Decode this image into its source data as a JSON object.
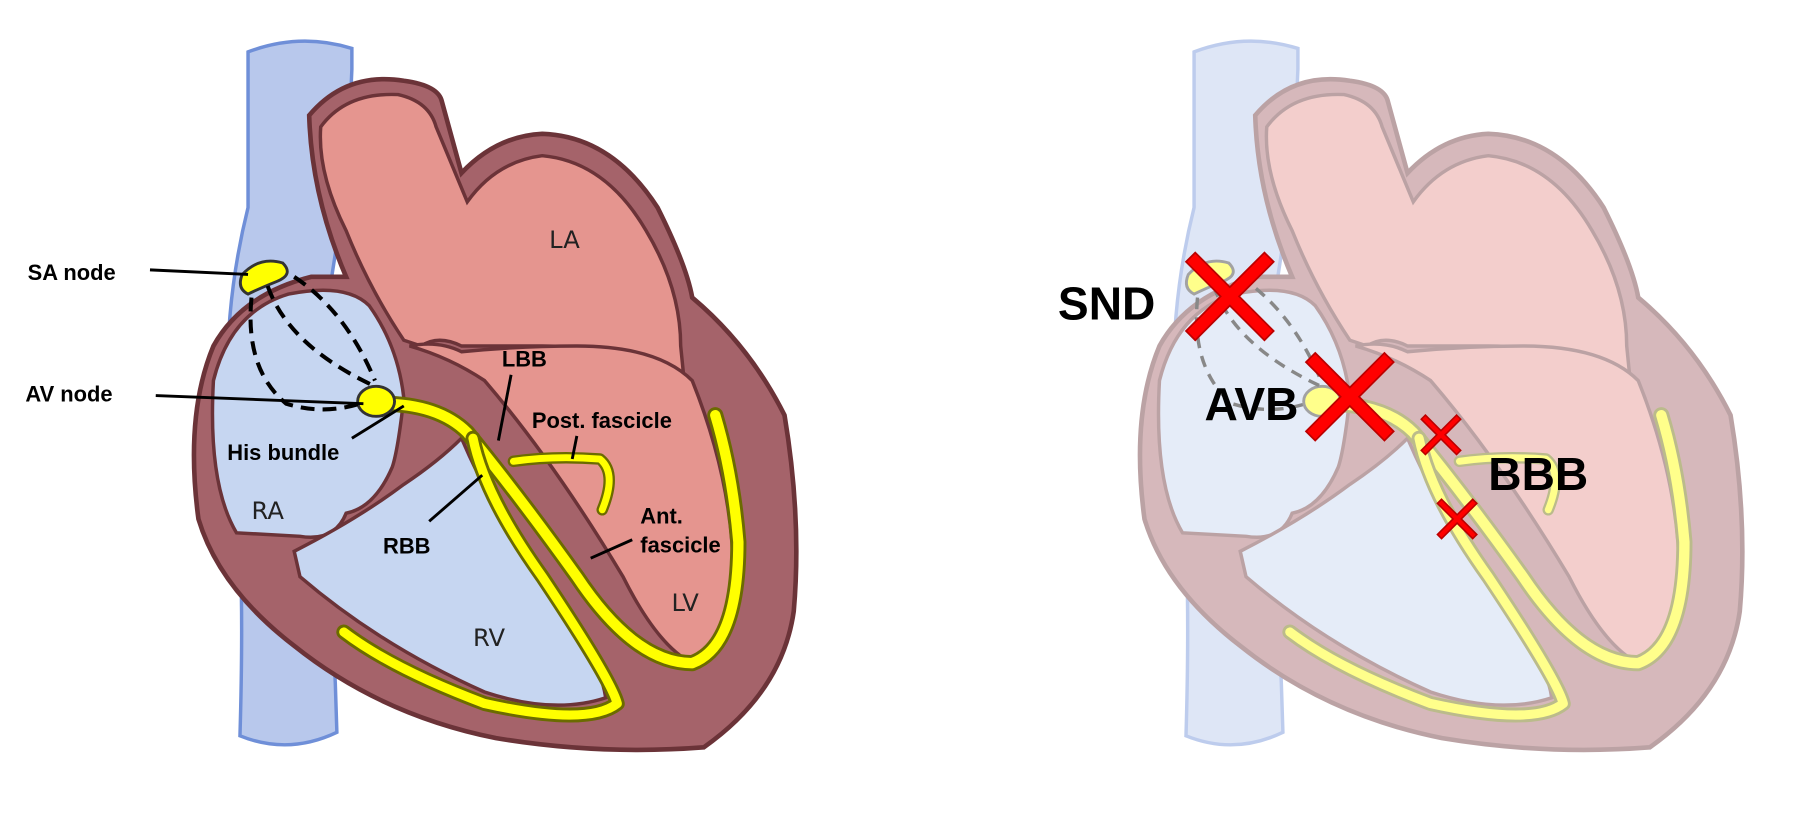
{
  "left_panel": {
    "labels": {
      "sa_node": "SA node",
      "av_node": "AV node",
      "his_bundle": "His bundle",
      "lbb": "LBB",
      "rbb": "RBB",
      "post_fascicle": "Post. fascicle",
      "ant_fascicle_1": "Ant.",
      "ant_fascicle_2": "fascicle",
      "la": "LA",
      "ra": "RA",
      "rv": "RV",
      "lv": "LV"
    }
  },
  "right_panel": {
    "labels": {
      "snd": "SND",
      "avb": "AVB",
      "bbb": "BBB"
    }
  },
  "colors": {
    "vein": "#b8c8ec",
    "myocardium": "#a5636a",
    "left_chambers": "#e5958f",
    "right_chambers": "#c6d6f1",
    "conduction": "#ffff00",
    "block_mark": "#ff0000"
  }
}
